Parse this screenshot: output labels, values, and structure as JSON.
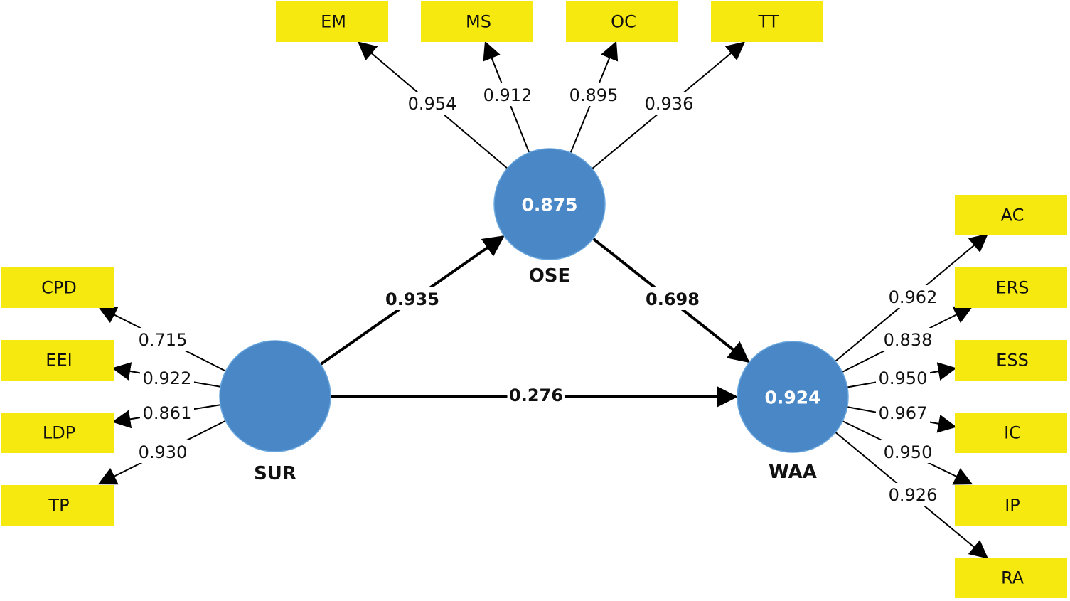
{
  "diagram": {
    "title": "",
    "colors": {
      "indicator_fill": "#f5e90f",
      "latent_fill": "#4a87c6",
      "arrow": "#000000",
      "r2_text": "#ffffff"
    },
    "latent_variables": [
      {
        "id": "SUR",
        "name": "SUR",
        "r2": null
      },
      {
        "id": "OSE",
        "name": "OSE",
        "r2": "0.875"
      },
      {
        "id": "WAA",
        "name": "WAA",
        "r2": "0.924"
      }
    ],
    "structural_paths": [
      {
        "from": "SUR",
        "to": "OSE",
        "coefficient": "0.935"
      },
      {
        "from": "OSE",
        "to": "WAA",
        "coefficient": "0.698"
      },
      {
        "from": "SUR",
        "to": "WAA",
        "coefficient": "0.276"
      }
    ],
    "indicators": {
      "OSE": [
        {
          "name": "EM",
          "loading": "0.954"
        },
        {
          "name": "MS",
          "loading": "0.912"
        },
        {
          "name": "OC",
          "loading": "0.895"
        },
        {
          "name": "TT",
          "loading": "0.936"
        }
      ],
      "SUR": [
        {
          "name": "CPD",
          "loading": "0.715"
        },
        {
          "name": "EEI",
          "loading": "0.922"
        },
        {
          "name": "LDP",
          "loading": "0.861"
        },
        {
          "name": "TP",
          "loading": "0.930"
        }
      ],
      "WAA": [
        {
          "name": "AC",
          "loading": "0.962"
        },
        {
          "name": "ERS",
          "loading": "0.838"
        },
        {
          "name": "ESS",
          "loading": "0.950"
        },
        {
          "name": "IC",
          "loading": "0.967"
        },
        {
          "name": "IP",
          "loading": "0.950"
        },
        {
          "name": "RA",
          "loading": "0.926"
        }
      ]
    }
  }
}
